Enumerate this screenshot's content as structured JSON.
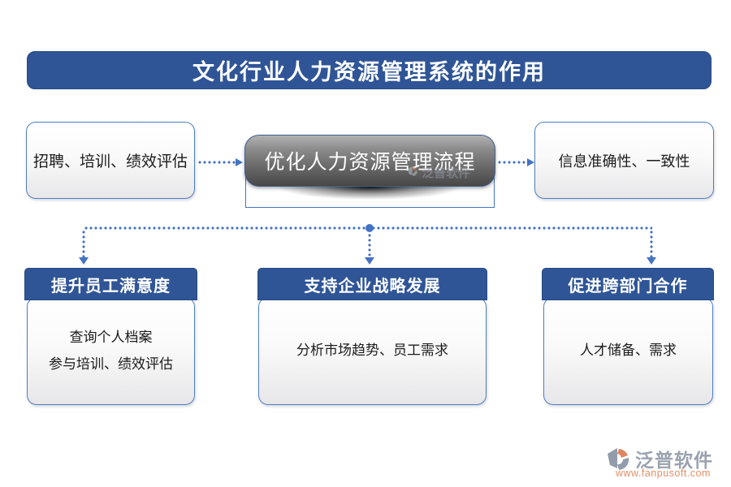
{
  "title": {
    "text": "文化行业人力资源管理系统的作用"
  },
  "flow": {
    "left_box": {
      "text": "招聘、培训、绩效评估"
    },
    "center_box": {
      "text": "优化人力资源管理流程"
    },
    "right_box": {
      "text": "信息准确性、一致性"
    }
  },
  "benefits": [
    {
      "header": "提升员工满意度",
      "lines": [
        "查询个人档案",
        "参与培训、绩效评估"
      ]
    },
    {
      "header": "支持企业战略发展",
      "lines": [
        "分析市场趋势、员工需求"
      ]
    },
    {
      "header": "促进跨部门合作",
      "lines": [
        "人才储备、需求"
      ]
    }
  ],
  "watermark": {
    "text": "泛普软件"
  },
  "logo": {
    "name": "泛普软件",
    "url": "www.fanpusoft.com"
  },
  "colors": {
    "banner_blue": "#2F5597",
    "box_border_blue": "#4F7EC0",
    "connector_blue": "#4472C4",
    "pill_dark_gray": "#5A5A5A",
    "logo_gray": "#9AA2AE",
    "logo_orange": "#E38F67"
  }
}
